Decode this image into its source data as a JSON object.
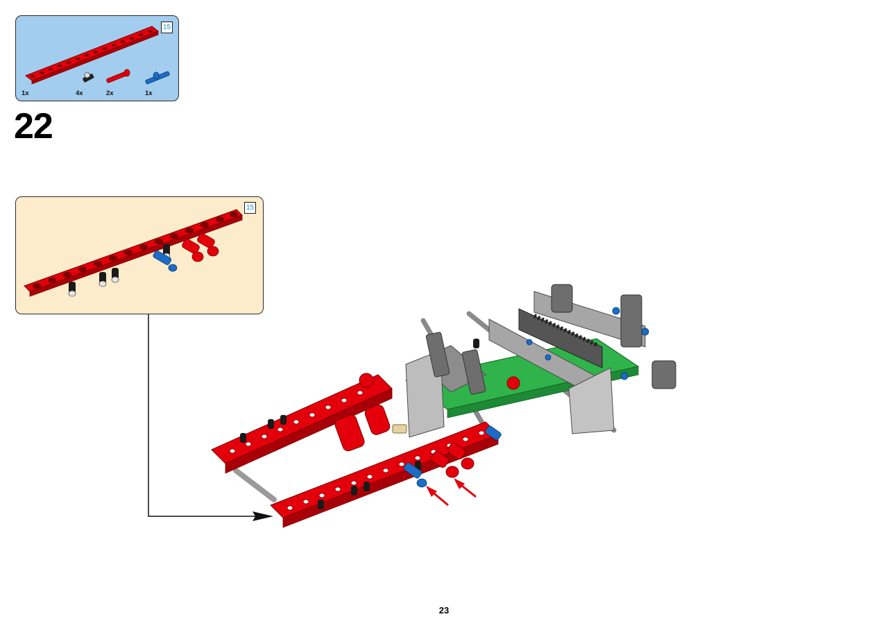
{
  "parts_list": {
    "badge": "15",
    "items": [
      {
        "qty": "1x",
        "part": "red-beam-15"
      },
      {
        "qty": "4x",
        "part": "black-friction-pin"
      },
      {
        "qty": "2x",
        "part": "red-axle-pin"
      },
      {
        "qty": "1x",
        "part": "blue-axle-pin"
      }
    ]
  },
  "step": {
    "number": "22"
  },
  "subassembly": {
    "badge": "15"
  },
  "page": {
    "number": "23"
  },
  "colors": {
    "parts_bg": "#a3cdee",
    "subassembly_bg": "#fdeccb",
    "lego_red": "#e3000b",
    "lego_green": "#2fb34a",
    "lego_blue": "#1c6cc6",
    "light_gray": "#a6a6a6",
    "dark_gray": "#5e5e5e",
    "badge_text": "#1b8fd6",
    "arrow_red": "#e3000b"
  }
}
